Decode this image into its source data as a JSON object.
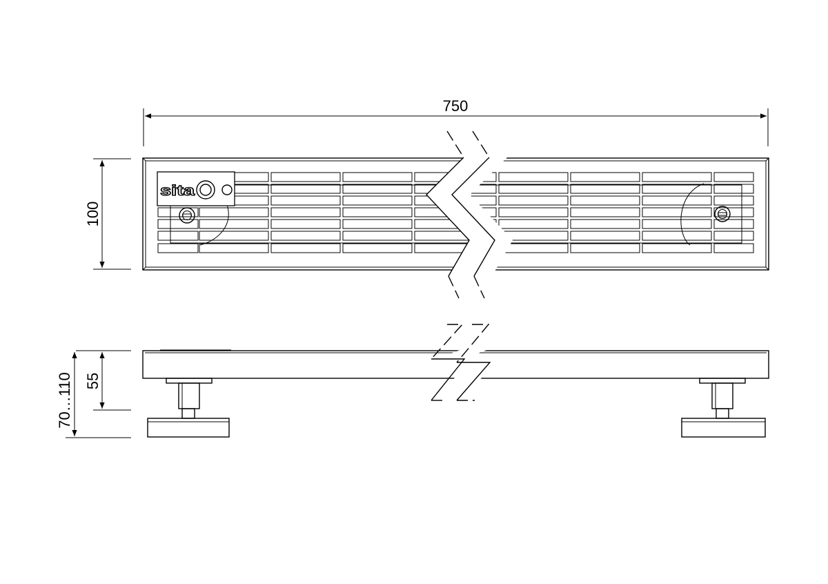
{
  "brand": {
    "logo_text": "sita"
  },
  "dimensions": {
    "length": "750",
    "width": "100",
    "body_height": "55",
    "total_height_range": "70…110"
  }
}
